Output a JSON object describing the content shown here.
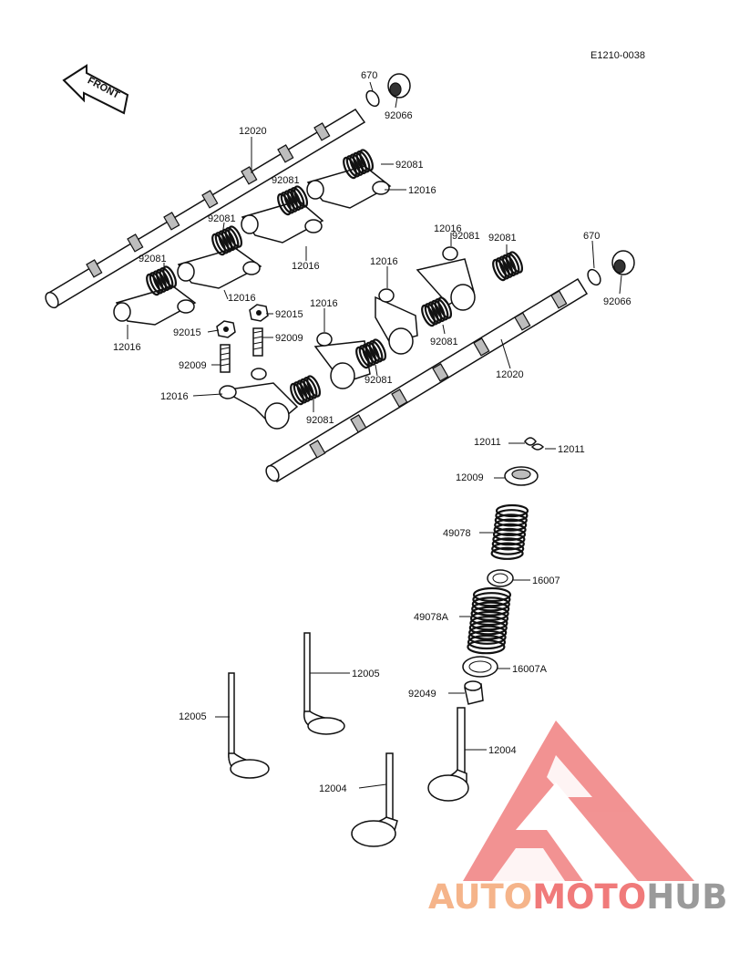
{
  "diagram": {
    "code": "E1210-0038",
    "front_label": "FRONT",
    "labels": [
      "670",
      "92066",
      "12020",
      "92081",
      "92081",
      "12016",
      "92081",
      "92081",
      "12016",
      "12016",
      "92081",
      "12016",
      "92015",
      "92015",
      "92009",
      "92009",
      "12016",
      "12016",
      "92081",
      "670",
      "92066",
      "12016",
      "12016",
      "92081",
      "92081",
      "92081",
      "12020",
      "12011",
      "12011",
      "12009",
      "49078",
      "16007",
      "49078A",
      "16007A",
      "92049",
      "12005",
      "12005",
      "12004",
      "12004"
    ]
  },
  "watermark": {
    "part1": "AUTO",
    "part2": "MOTO",
    "part3": "HUB",
    "color1": "#f5b48a",
    "color2": "#f07a7a",
    "color3": "#9a9a9a",
    "logo_color": "#f08080"
  }
}
